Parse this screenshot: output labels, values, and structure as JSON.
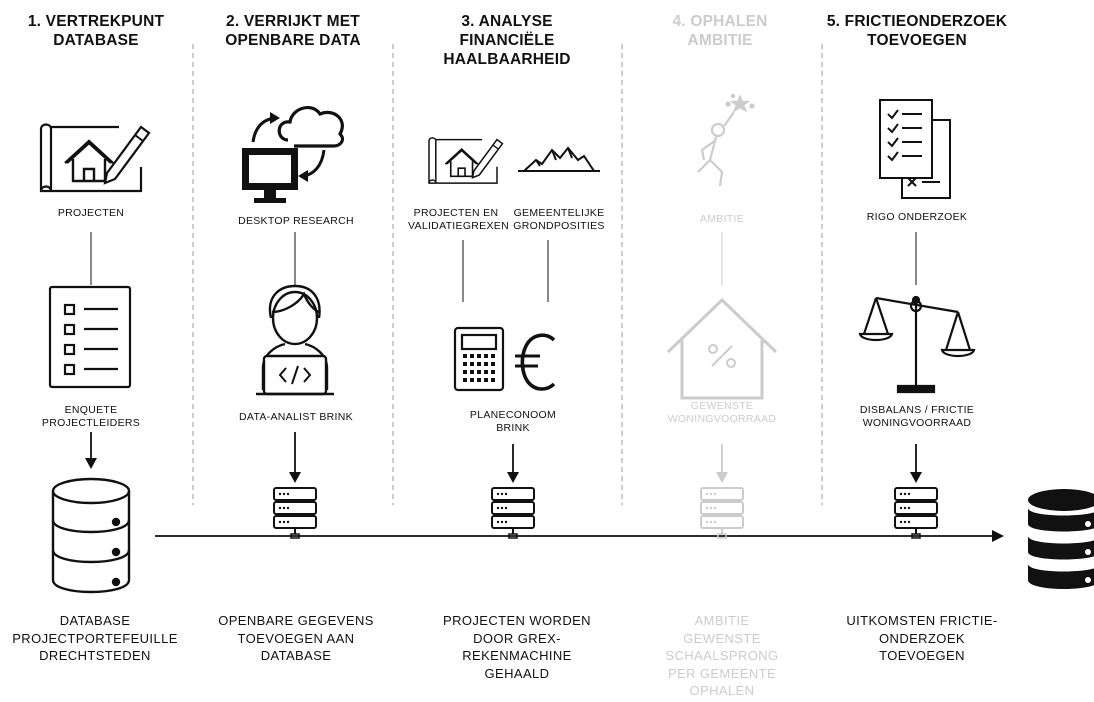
{
  "steps": [
    {
      "title": "1. VERTREKPUNT DATABASE",
      "labels": [
        "PROJECTEN",
        "ENQUETE PROJECTLEIDERS"
      ],
      "caption": "DATABASE PROJECTPORTEFEUILLE DRECHTSTEDEN",
      "icons": [
        "blueprint-house-icon",
        "checklist-icon",
        "database-icon"
      ]
    },
    {
      "title": "2. VERRIJKT MET OPENBARE DATA",
      "labels": [
        "DESKTOP RESEARCH",
        "DATA-ANALIST BRINK"
      ],
      "caption": "OPENBARE GEGEVENS TOEVOEGEN AAN DATABASE",
      "icons": [
        "desktop-cloud-sync-icon",
        "analyst-laptop-icon",
        "server-icon"
      ]
    },
    {
      "title": "3. ANALYSE FINANCIËLE HAALBAARHEID",
      "labels": [
        "PROJECTEN EN VALIDATIEGREXEN",
        "GEMEENTELIJKE GRONDPOSITIES",
        "PLANECONOOM BRINK"
      ],
      "caption": "PROJECTEN WORDEN DOOR GREX-REKENMACHINE GEHAALD",
      "icons": [
        "blueprint-house-icon",
        "landscape-icon",
        "calculator-icon",
        "euro-icon",
        "server-icon"
      ]
    },
    {
      "title": "4. OPHALEN AMBITIE",
      "labels": [
        "AMBITIE",
        "GEWENSTE WONINGVOORRAAD"
      ],
      "caption": "AMBITIE GEWENSTE SCHAALSPRONG PER GEMEENTE OPHALEN",
      "icons": [
        "reach-star-icon",
        "house-percent-icon",
        "server-icon"
      ]
    },
    {
      "title": "5. FRICTIEONDERZOEK TOEVOEGEN",
      "labels": [
        "RIGO ONDERZOEK",
        "DISBALANS / FRICTIE WONINGVOORRAAD"
      ],
      "caption": "UITKOMSTEN FRICTIE-ONDERZOEK TOEVOEGEN",
      "icons": [
        "documents-checklist-icon",
        "balance-scale-icon",
        "server-icon"
      ]
    }
  ],
  "colors": {
    "active": "#111111",
    "faded": "#cccccc"
  },
  "final_icon": "database-filled-icon"
}
